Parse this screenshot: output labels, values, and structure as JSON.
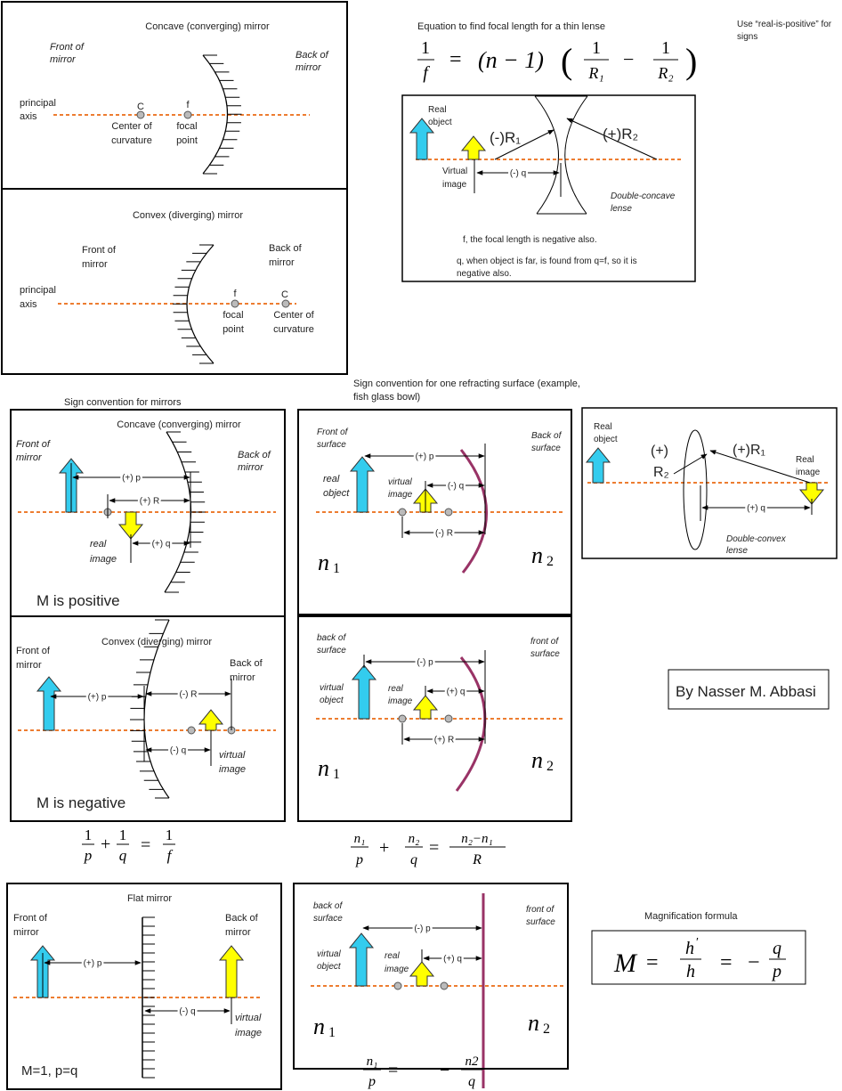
{
  "colors": {
    "object_arrow": "#33CCEE",
    "image_arrow": "#FFFF00",
    "principal_axis": "#ED7D31",
    "refracting_surface": "#993366",
    "point": "#BBBBBB"
  },
  "note": [
    "Use “real-is-positive” for",
    "signs"
  ],
  "lens_equation": {
    "caption": "Equation to find focal length for a thin lense",
    "one": "1",
    "f": "f",
    "eq": "=",
    "factor": "(n − 1)",
    "lp": "(",
    "rp": ")",
    "r1": "R₁",
    "r2": "R₂",
    "minus": "−"
  },
  "panel_concave": {
    "title": "Concave (converging) mirror",
    "front": [
      "Front of",
      "mirror"
    ],
    "back": [
      "Back of",
      "mirror"
    ],
    "axis": [
      "principal",
      "axis"
    ],
    "c": "C",
    "f": "f",
    "c_label": [
      "Center of",
      "curvature"
    ],
    "f_label": [
      "focal",
      "point"
    ]
  },
  "panel_convex": {
    "title": "Convex (diverging) mirror",
    "front": [
      "Front of",
      "mirror"
    ],
    "back": [
      "Back of",
      "mirror"
    ],
    "axis": [
      "principal",
      "axis"
    ],
    "c": "C",
    "f": "f",
    "c_label": [
      "Center of",
      "curvature"
    ],
    "f_label": [
      "focal",
      "point"
    ]
  },
  "panel_concave_lens": {
    "object": [
      "Real",
      "object"
    ],
    "r1": "(-)R₁",
    "r2": "(+)R₂",
    "image": [
      "Virtual",
      "image"
    ],
    "q": "(-) q",
    "lens": [
      "Double-concave",
      "lense"
    ],
    "note1": "f, the focal length is negative also.",
    "note2": [
      "q, when object is far, is found from q=f, so it is",
      "negative also."
    ]
  },
  "section_mirrors": "Sign convention for mirrors",
  "section_refraction": [
    "Sign convention for one refracting surface (example,",
    "fish glass bowl)"
  ],
  "panel_sc_concave": {
    "title": "Concave (converging) mirror",
    "front": [
      "Front of",
      "mirror"
    ],
    "back": [
      "Back of",
      "mirror"
    ],
    "p": "(+) p",
    "r": "(+) R",
    "q": "(+) q",
    "image": [
      "real",
      "image"
    ],
    "m": "M is positive"
  },
  "panel_sc_convex": {
    "title": "Convex (diverging) mirror",
    "front": [
      "Front of",
      "mirror"
    ],
    "back": [
      "Back of",
      "mirror"
    ],
    "p": "(+) p",
    "r": "(-) R",
    "q": "(-) q",
    "image": [
      "virtual",
      "image"
    ],
    "m": "M is negative"
  },
  "mirror_equation": {
    "one": "1",
    "p": "p",
    "q": "q",
    "f": "f",
    "plus": "+",
    "eq": "="
  },
  "panel_refr1": {
    "front": [
      "Front of",
      "surface"
    ],
    "back": [
      "Back of",
      "surface"
    ],
    "object": [
      "real",
      "object"
    ],
    "image": [
      "virtual",
      "image"
    ],
    "p": "(+) p",
    "q": "(-) q",
    "r": "(-) R",
    "n1": "n",
    "n1sub": "1",
    "n2": "n",
    "n2sub": "2"
  },
  "panel_refr2": {
    "front": [
      "back of",
      "surface"
    ],
    "back": [
      "front of",
      "surface"
    ],
    "object": [
      "virtual",
      "object"
    ],
    "image": [
      "real",
      "image"
    ],
    "p": "(-) p",
    "q": "(+) q",
    "r": "(+) R",
    "n1": "n",
    "n1sub": "1",
    "n2": "n",
    "n2sub": "2"
  },
  "refraction_equation": {
    "n1": "n₁",
    "n2": "n₂",
    "p": "p",
    "q": "q",
    "plus": "+",
    "eq": "=",
    "num": "n₂−n₁",
    "r": "R"
  },
  "panel_convex_lens": {
    "object": [
      "Real",
      "object"
    ],
    "r2a": "(+)",
    "r2b": "R₂",
    "r1": "(+)R₁",
    "image": [
      "Real",
      "image"
    ],
    "q": "(+) q",
    "lens": [
      "Double-convex",
      "lense"
    ]
  },
  "author": "By Nasser M. Abbasi",
  "panel_flat": {
    "title": "Flat  mirror",
    "front": [
      "Front of",
      "mirror"
    ],
    "back": [
      "Back of",
      "mirror"
    ],
    "p": "(+) p",
    "q": "(-) q",
    "image": [
      "virtual",
      "image"
    ],
    "m": "M=1, p=q"
  },
  "panel_refr3": {
    "front": [
      "back of",
      "surface"
    ],
    "back": [
      "front of",
      "surface"
    ],
    "object": [
      "virtual",
      "object"
    ],
    "image": [
      "real",
      "image"
    ],
    "p": "(-) p",
    "q": "(+) q",
    "n1": "n",
    "n1sub": "1",
    "n2": "n",
    "n2sub": "2"
  },
  "flat_refraction_equation": {
    "n1": "n₁",
    "p": "p",
    "eq": "=",
    "minus": "−",
    "n2": "n2",
    "q": "q"
  },
  "magnification": {
    "caption": "Magnification formula",
    "m": "M",
    "eq": "=",
    "h1": "h",
    "prime": "′",
    "h2": "h",
    "minus": "−",
    "q": "q",
    "p": "p"
  }
}
